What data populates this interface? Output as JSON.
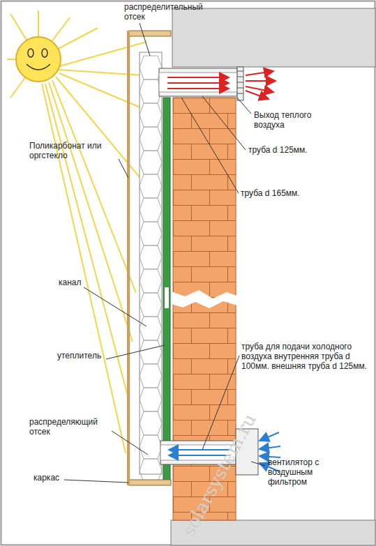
{
  "diagram": {
    "labels": [
      "распределительный отсек",
      "Выход теплого воздуха",
      "труба d 125мм.",
      "труба d 165мм.",
      "Поликарбонат или оргстекло",
      "канал",
      "утеплитель",
      "труба для подачи холодного воздуха внутренняя труба d 100мм. внешняя труба d 125мм.",
      "распределяющий отсек",
      "каркас",
      "вентилятор с воздушным фильтром",
      "solarsystem.ru"
    ]
  }
}
